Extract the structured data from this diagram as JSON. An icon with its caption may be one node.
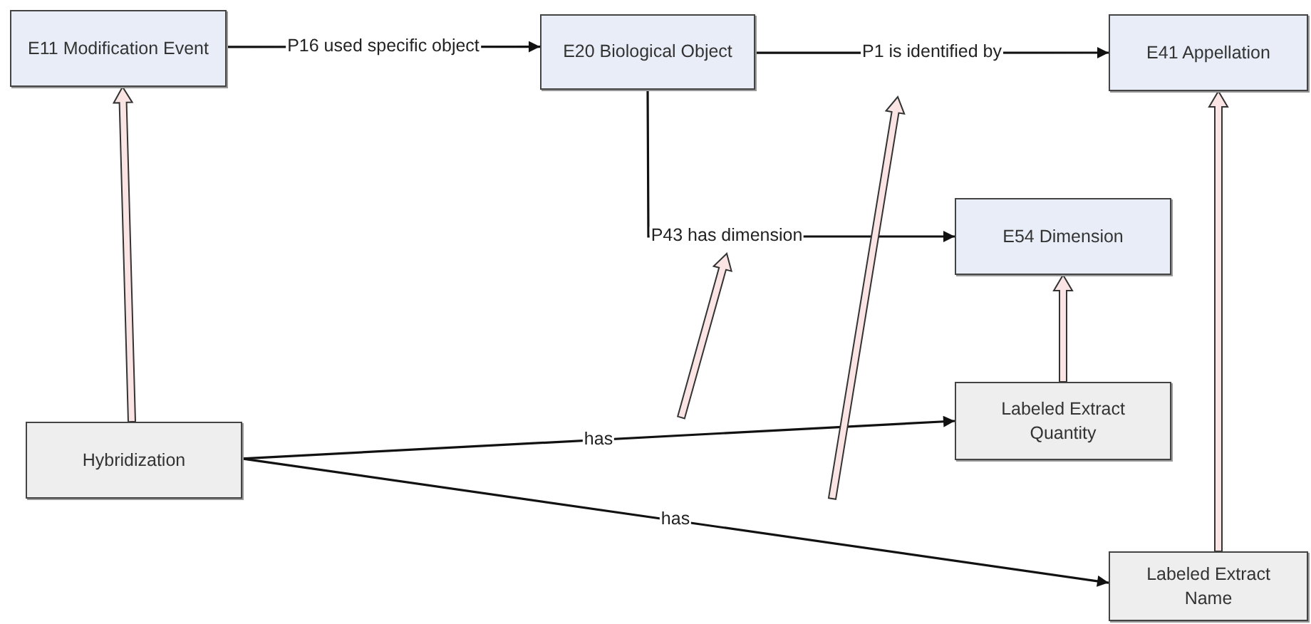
{
  "diagram": {
    "nodes": [
      {
        "text": [
          "E11 Modification Event"
        ]
      },
      {
        "text": [
          "E20 Biological Object"
        ]
      },
      {
        "text": [
          "E41 Appellation"
        ]
      },
      {
        "text": [
          "E54 Dimension"
        ]
      },
      {
        "text": [
          "Hybridization"
        ]
      },
      {
        "text": [
          "Labeled Extract Quantity"
        ]
      },
      {
        "text": [
          "Labeled Extract Name"
        ]
      }
    ],
    "edges": [
      {
        "from": 0,
        "to": 1,
        "arrow": "to",
        "label": "P16 used specific object"
      },
      {
        "from": 1,
        "to": 2,
        "arrow": "to",
        "label": "P1 is identified by"
      },
      {
        "from": 1,
        "to": 3,
        "arrow": "to",
        "label": "P43 has dimension"
      },
      {
        "from": 4,
        "to": 5,
        "arrow": "to",
        "label": "has"
      },
      {
        "from": 4,
        "to": 6,
        "arrow": "to",
        "label": "has"
      },
      {
        "from": 4,
        "to": 0,
        "arrow": "to",
        "style": "thick",
        "color": "#fbe4e4"
      },
      {
        "from": 5,
        "to": 3,
        "arrow": "to",
        "style": "thick",
        "color": "#fbe4e4"
      },
      {
        "from": 6,
        "to": 2,
        "arrow": "to",
        "style": "thick",
        "color": "#fbe4e4"
      }
    ]
  }
}
